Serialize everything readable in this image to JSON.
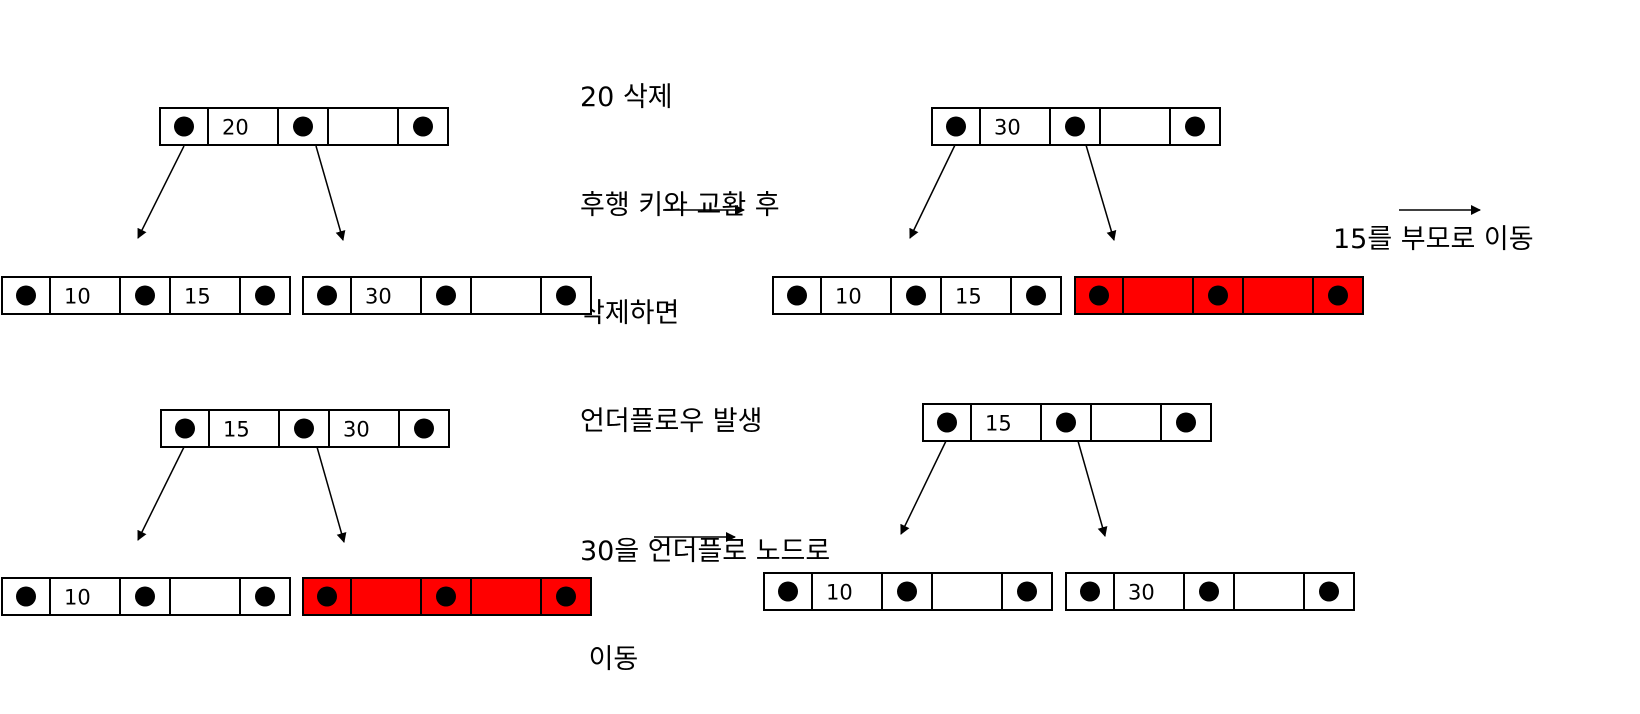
{
  "captions": {
    "step1": [
      "20 삭제",
      "후행 키와 교환 후",
      "삭제하면",
      "언더플로우 발생"
    ],
    "step2": [
      "15를 부모로 이동"
    ],
    "step3": [
      "30을 언더플로 노드로",
      " 이동"
    ]
  },
  "colors": {
    "underflow_fill": "#ff0000",
    "normal_fill": "#ffffff",
    "stroke": "#000000",
    "pointer_dot": "#000000"
  },
  "panels": [
    {
      "id": "before-delete",
      "root": {
        "keys": [
          "20",
          ""
        ],
        "underflow": false
      },
      "leaves": [
        {
          "keys": [
            "10",
            "15"
          ],
          "underflow": false
        },
        {
          "keys": [
            "30",
            ""
          ],
          "underflow": false
        }
      ]
    },
    {
      "id": "after-delete-underflow",
      "root": {
        "keys": [
          "30",
          ""
        ],
        "underflow": false
      },
      "leaves": [
        {
          "keys": [
            "10",
            "15"
          ],
          "underflow": false
        },
        {
          "keys": [
            "",
            ""
          ],
          "underflow": true
        }
      ]
    },
    {
      "id": "borrow-from-sibling",
      "root": {
        "keys": [
          "15",
          "30"
        ],
        "underflow": false
      },
      "leaves": [
        {
          "keys": [
            "10",
            ""
          ],
          "underflow": false
        },
        {
          "keys": [
            "",
            ""
          ],
          "underflow": true
        }
      ]
    },
    {
      "id": "after-redistribution",
      "root": {
        "keys": [
          "15",
          ""
        ],
        "underflow": false
      },
      "leaves": [
        {
          "keys": [
            "10",
            ""
          ],
          "underflow": false
        },
        {
          "keys": [
            "30",
            ""
          ],
          "underflow": false
        }
      ]
    }
  ]
}
